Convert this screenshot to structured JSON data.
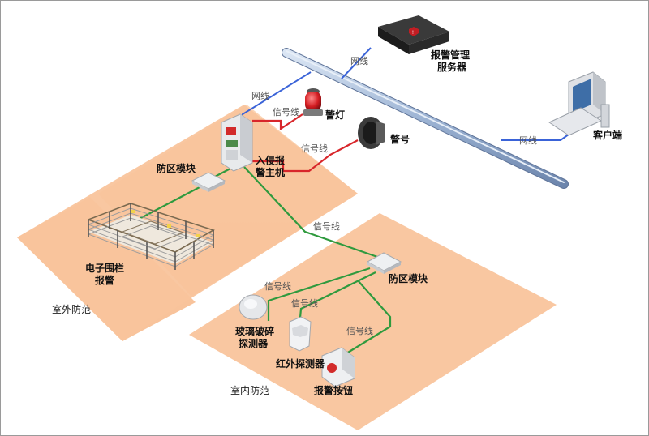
{
  "labels": {
    "server": [
      "报警管理",
      "服务器"
    ],
    "client": "客户端",
    "host": [
      "入侵报",
      "警主机"
    ],
    "lamp": "警灯",
    "horn": "警号",
    "zone_module_outdoor": "防区模块",
    "zone_module_indoor": "防区模块",
    "fence": [
      "电子围栏",
      "报警"
    ],
    "outdoor": "室外防范",
    "indoor": "室内防范",
    "glass": [
      "玻璃破碎",
      "探测器"
    ],
    "pir": "红外探测器",
    "button": "报警按钮"
  },
  "wire_labels": {
    "net_server": "网线",
    "net_host": "网线",
    "net_client": "网线",
    "sig_lamp": "信号线",
    "sig_horn": "信号线",
    "sig_center": "信号线",
    "sig_glass": "信号线",
    "sig_pir": "信号线",
    "sig_button": "信号线"
  },
  "colors": {
    "platform": "#fbc79f",
    "network": "#3a63d8",
    "signal_red": "#d8262b",
    "signal_green": "#2f9a3e",
    "bus": "#a9bfdc"
  }
}
